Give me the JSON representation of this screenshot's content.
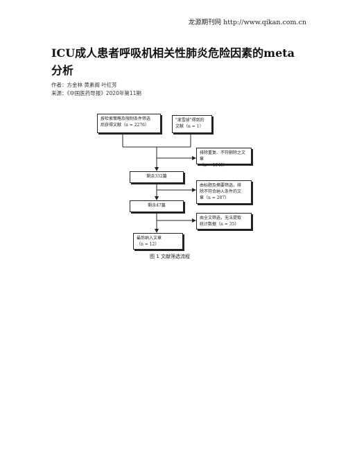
{
  "header": {
    "source": "龙源期刊网 http://www.qikan.com.cn"
  },
  "article": {
    "title": "ICU成人患者呼吸机相关性肺炎危险因素的meta分析",
    "author": "作者：方金林 黄素阁 叶红芳",
    "source": "来源：《中国医药导报》2020年第11期"
  },
  "figure": {
    "caption": "图 1    文献筛选流程",
    "boxes": {
      "db_search": [
        "按检索策略及限制条件筛选",
        "后获得文献（n = 2276）"
      ],
      "snowball": [
        "\"滚雪球\"得到的",
        "文献（n = 1）"
      ],
      "dup_removed": [
        "排除重复、不符删除之文章",
        "（n = 1945）"
      ],
      "remaining_332": [
        "剩余332篇"
      ],
      "title_abstract": [
        "由标题及摘要筛选，排",
        "除不符合纳入条件的文",
        "章（n = 287）"
      ],
      "remaining_47": [
        "剩余47篇"
      ],
      "fulltext": [
        "由全文筛选，无法提取",
        "统计数据（n = 35）"
      ],
      "final": [
        "最后纳入文章",
        "（n = 12）"
      ]
    }
  }
}
